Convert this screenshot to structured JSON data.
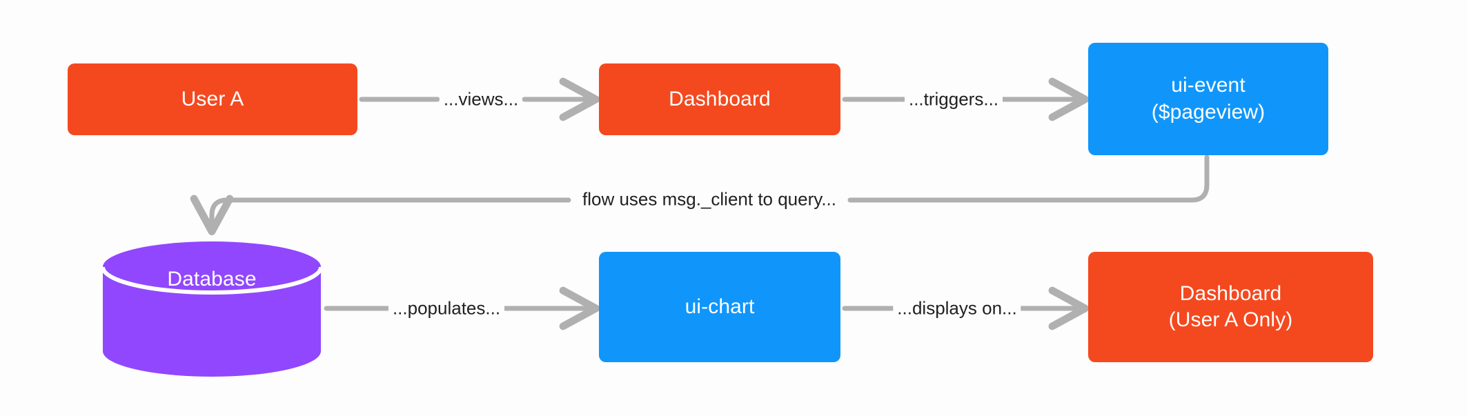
{
  "diagram": {
    "type": "flowchart",
    "direction": "left-to-right",
    "background_color": "#fdfdfd",
    "edge_color": "#b0b0b0",
    "colors": {
      "orange": "#f4491f",
      "blue": "#1096fb",
      "purple": "#9147fd",
      "edge_gray": "#b0b0b0",
      "label_text": "#212121"
    },
    "nodes": [
      {
        "id": "user-a",
        "shape": "rounded-rect",
        "color": "#f4491f",
        "lines": [
          "User A"
        ]
      },
      {
        "id": "dashboard-1",
        "shape": "rounded-rect",
        "color": "#f4491f",
        "lines": [
          "Dashboard"
        ]
      },
      {
        "id": "ui-event",
        "shape": "rounded-rect",
        "color": "#1096fb",
        "lines": [
          "ui-event",
          "($pageview)"
        ]
      },
      {
        "id": "database",
        "shape": "cylinder",
        "color": "#9147fd",
        "lines": [
          "Database"
        ]
      },
      {
        "id": "ui-chart",
        "shape": "rounded-rect",
        "color": "#1096fb",
        "lines": [
          "ui-chart"
        ]
      },
      {
        "id": "dashboard-2",
        "shape": "rounded-rect",
        "color": "#f4491f",
        "lines": [
          "Dashboard",
          "(User A Only)"
        ]
      }
    ],
    "edges": [
      {
        "id": "e1",
        "from": "user-a",
        "to": "dashboard-1",
        "label": "...views..."
      },
      {
        "id": "e2",
        "from": "dashboard-1",
        "to": "ui-event",
        "label": "...triggers..."
      },
      {
        "id": "e3",
        "from": "ui-event",
        "to": "database",
        "label": "flow uses msg._client to query..."
      },
      {
        "id": "e4",
        "from": "database",
        "to": "ui-chart",
        "label": "...populates..."
      },
      {
        "id": "e5",
        "from": "ui-chart",
        "to": "dashboard-2",
        "label": "...displays on..."
      }
    ]
  },
  "nodes": {
    "user_a": {
      "line1": "User A"
    },
    "dashboard_1": {
      "line1": "Dashboard"
    },
    "ui_event": {
      "line1": "ui-event",
      "line2": "($pageview)"
    },
    "database": {
      "line1": "Database"
    },
    "ui_chart": {
      "line1": "ui-chart"
    },
    "dashboard_2": {
      "line1": "Dashboard",
      "line2": "(User A Only)"
    }
  },
  "edge_labels": {
    "views": "...views...",
    "triggers": "...triggers...",
    "query": "flow uses msg._client to query...",
    "populates": "...populates...",
    "displays_on": "...displays on..."
  }
}
